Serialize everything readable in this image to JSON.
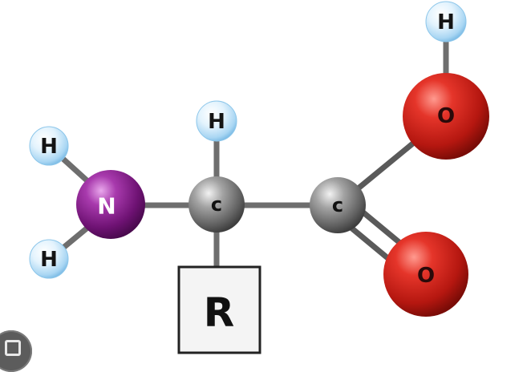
{
  "atoms": {
    "h_amine_top": "H",
    "h_amine_bottom": "H",
    "nitrogen": "N",
    "h_alpha": "H",
    "alpha_carbon": "c",
    "carboxyl_carbon": "c",
    "hydroxyl_oxygen": "O",
    "h_hydroxyl": "H",
    "carbonyl_oxygen": "O",
    "r_group": "R"
  },
  "colors": {
    "hydrogen": "#cfe9fb",
    "nitrogen": "#8a1e8e",
    "carbon": "#7d7d7d",
    "oxygen": "#d9231c",
    "bond": "#6e6e6e"
  }
}
